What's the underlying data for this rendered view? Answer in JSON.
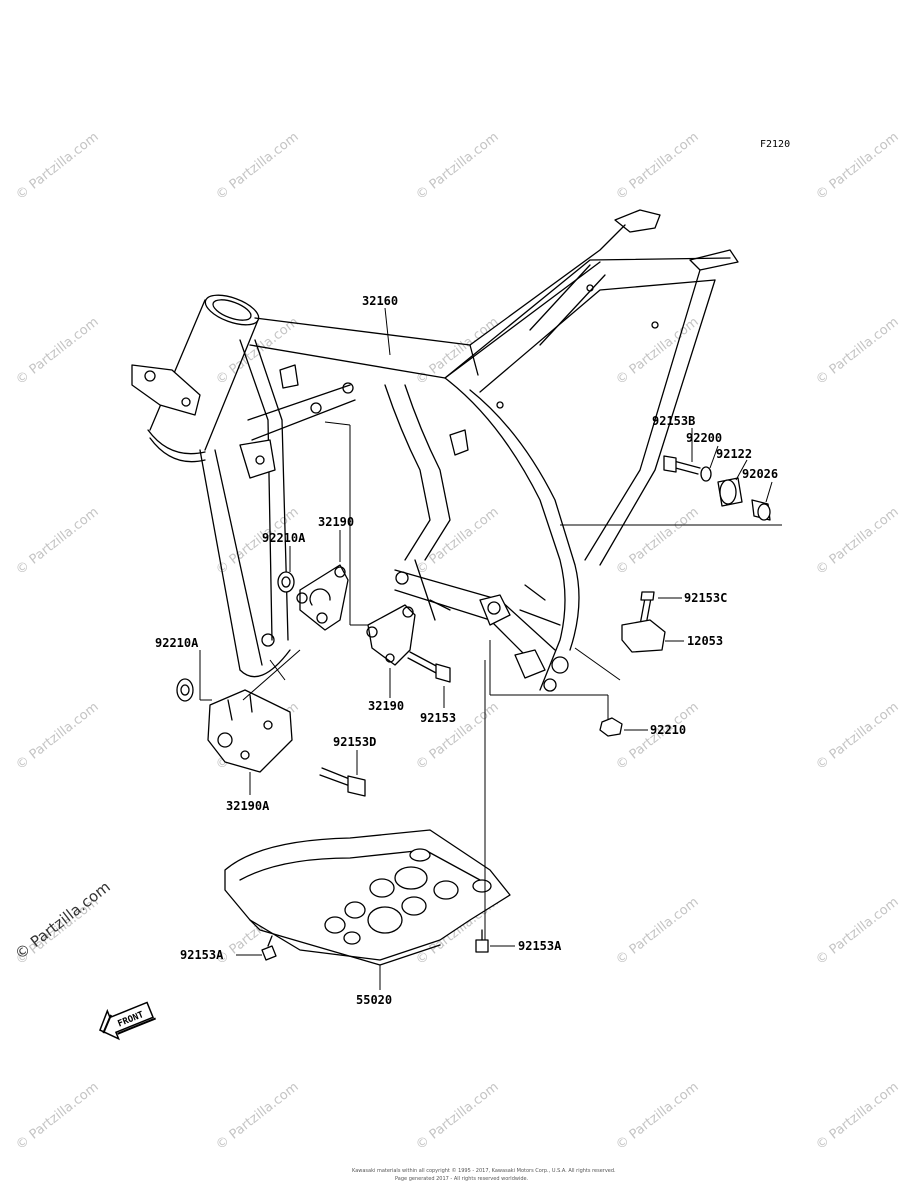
{
  "diagram_ref": "F2120",
  "watermark_text": "© Partzilla.com",
  "copyright_line1": "Kawasaki materials within all copyright © 1995 - 2017, Kawasaki Motors Corp., U.S.A. All rights reserved.",
  "copyright_line2": "Page generated 2017 - All rights reserved worldwide.",
  "front_label": "FRONT",
  "parts": {
    "p32160": "32160",
    "p92153B": "92153B",
    "p92200": "92200",
    "p92122": "92122",
    "p92026": "92026",
    "p92210A_1": "92210A",
    "p32190_1": "32190",
    "p92153C": "92153C",
    "p12053": "12053",
    "p92210A_2": "92210A",
    "p32190_2": "32190",
    "p92153": "92153",
    "p92210": "92210",
    "p92153D": "92153D",
    "p32190A": "32190A",
    "p92153A_1": "92153A",
    "p92153A_2": "92153A",
    "p55020": "55020"
  }
}
